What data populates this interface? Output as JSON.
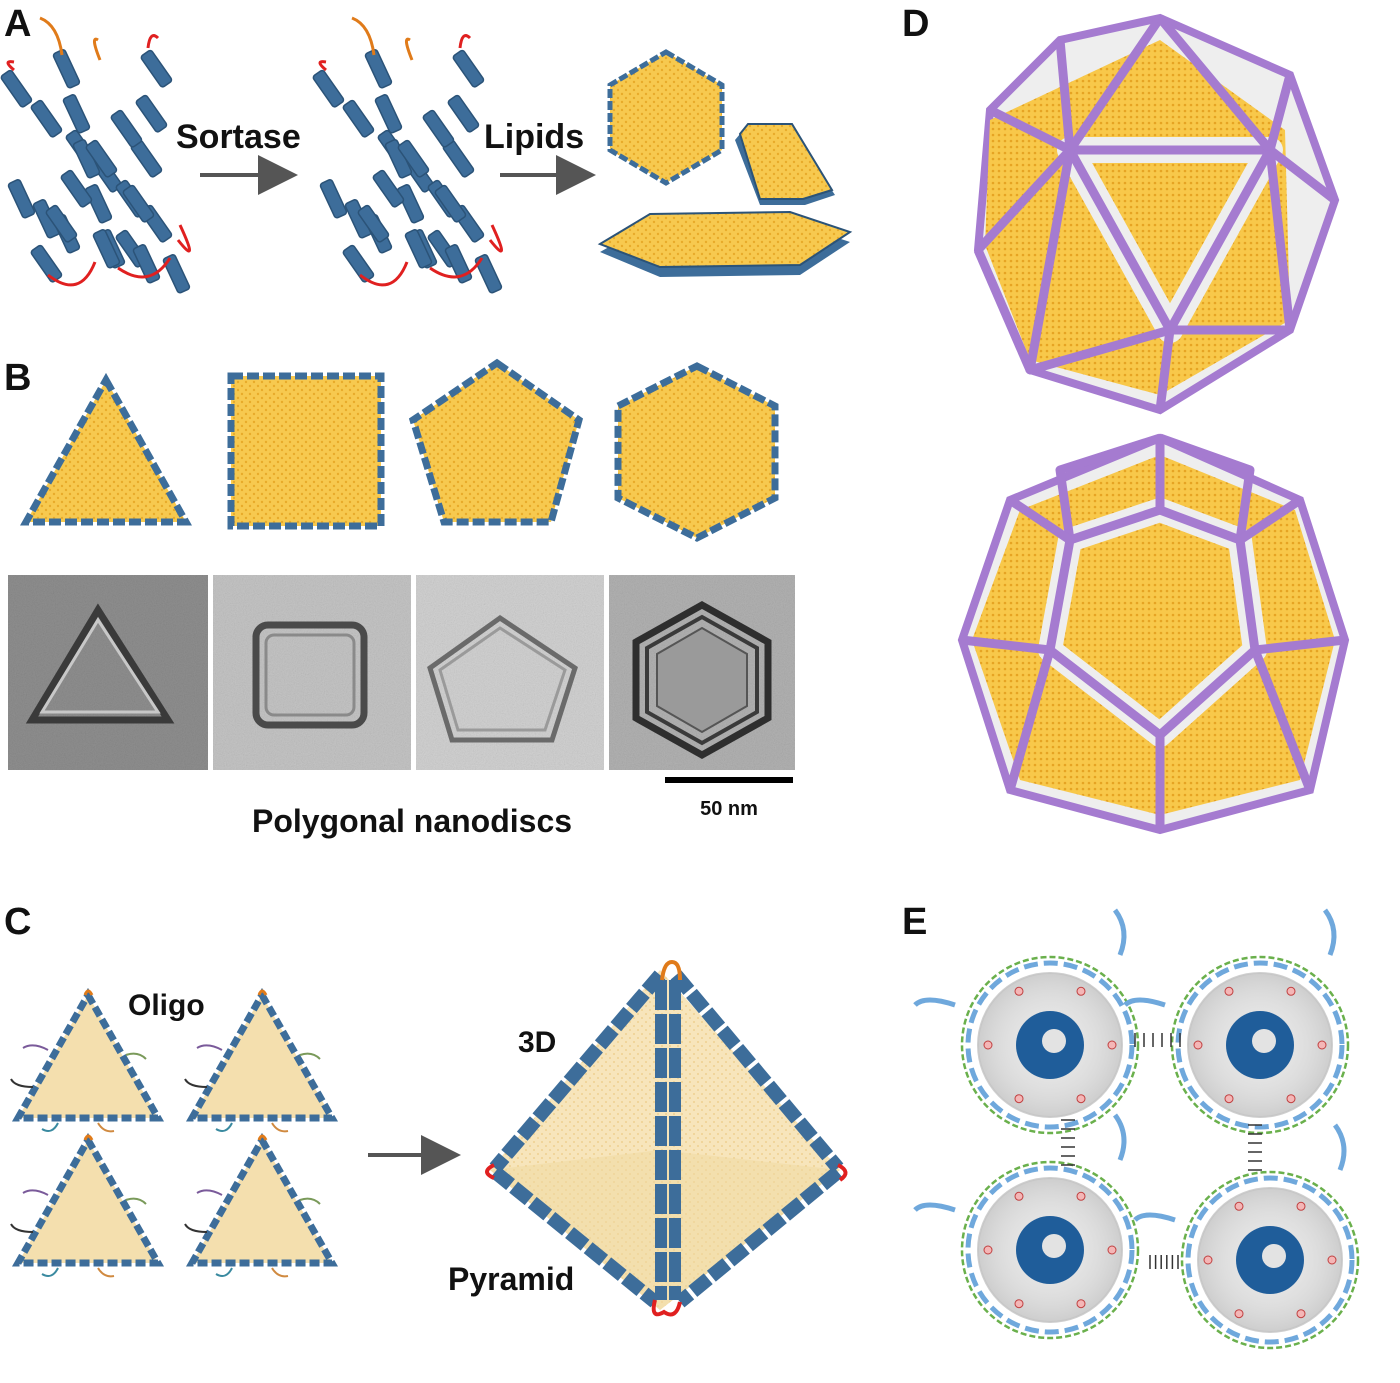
{
  "panels": {
    "A": {
      "label": "A",
      "step1": "Sortase",
      "step2": "Lipids"
    },
    "B": {
      "label": "B",
      "caption": "Polygonal nanodiscs",
      "scale": "50 nm"
    },
    "C": {
      "label": "C",
      "oligo": "Oligo",
      "threeD": "3D",
      "pyramid": "Pyramid"
    },
    "D": {
      "label": "D"
    },
    "E": {
      "label": "E"
    }
  },
  "colors": {
    "helix": "#3d6d9a",
    "helix_edge": "#2b5378",
    "lipid": "#f7c94f",
    "lipid_pale": "#f4dfae",
    "loop_red": "#e02020",
    "loop_orange": "#e07b1a",
    "dna_purple": "#a57bd0",
    "protein_blue": "#1f5d9a",
    "arrow": "#555555"
  },
  "icons": [
    "right-arrow-icon",
    "scale-bar-icon"
  ]
}
